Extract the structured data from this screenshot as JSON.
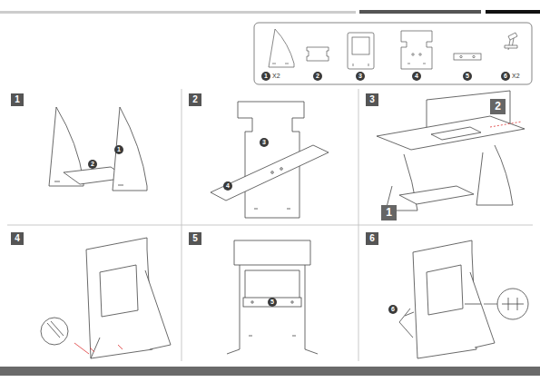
{
  "diagram": {
    "labels": [
      "1",
      "X2",
      "2",
      "3",
      "4",
      "5",
      "6",
      "X2",
      "1",
      "2",
      "1",
      "2",
      "3",
      "4",
      "3",
      "2",
      "1",
      "4",
      "5",
      "5",
      "6",
      "6"
    ]
  }
}
